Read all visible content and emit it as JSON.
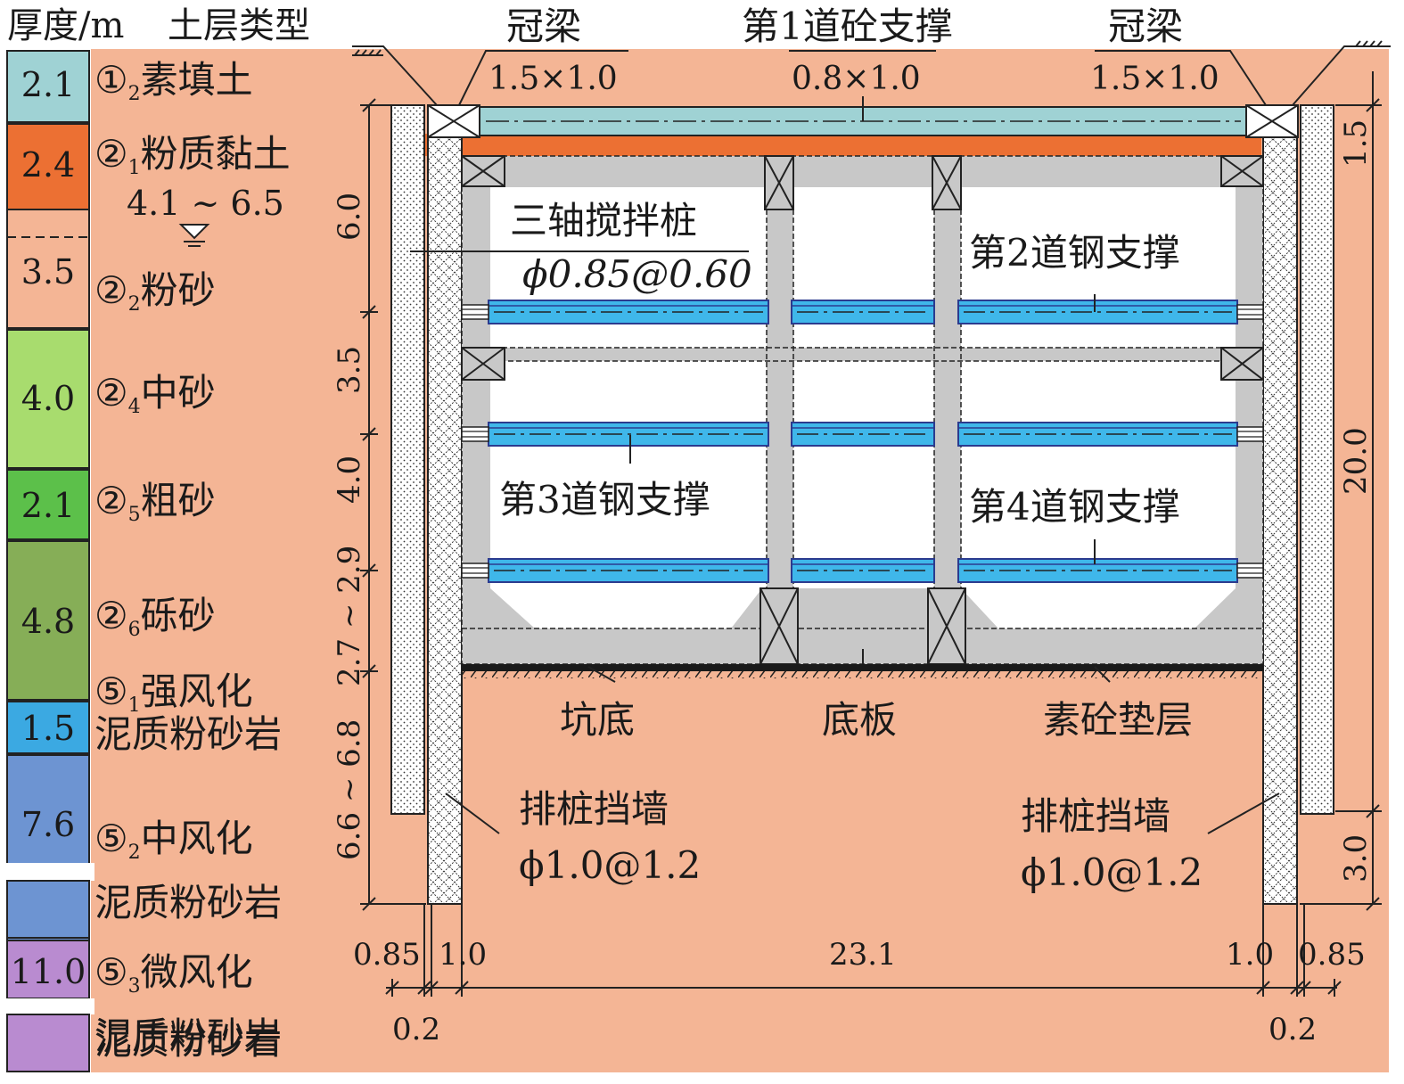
{
  "header": {
    "thickness_col": "厚度/m",
    "soil_col": "土层类型"
  },
  "layers": [
    {
      "thickness": "2.1",
      "circ": "①",
      "sub": "2",
      "name": "素填土",
      "color": "#9fd2d4"
    },
    {
      "thickness": "2.4",
      "circ": "②",
      "sub": "1",
      "name": "粉质黏土",
      "color": "#ec7033"
    },
    {
      "thickness": "3.5",
      "circ": "②",
      "sub": "2",
      "name": "粉砂",
      "color": "#f4b595"
    },
    {
      "thickness": "4.0",
      "circ": "②",
      "sub": "4",
      "name": "中砂",
      "color": "#a8dc6e"
    },
    {
      "thickness": "2.1",
      "circ": "②",
      "sub": "5",
      "name": "粗砂",
      "color": "#5cc04a"
    },
    {
      "thickness": "4.8",
      "circ": "②",
      "sub": "6",
      "name": "砾砂",
      "color": "#86ae57"
    },
    {
      "thickness": "1.5",
      "circ": "⑤",
      "sub": "1",
      "name": "强风化",
      "name2": "泥质粉砂岩",
      "color": "#3ba9e2"
    },
    {
      "thickness": "7.6",
      "circ": "⑤",
      "sub": "2",
      "name": "中风化",
      "name2": "泥质粉砂岩",
      "color": "#6d94d2"
    },
    {
      "thickness": "11.0",
      "circ": "⑤",
      "sub": "3",
      "name": "微风化",
      "name2": "泥质粉砂岩",
      "color": "#b98bd0"
    }
  ],
  "water_level": "4.1 ~ 6.5",
  "labels": {
    "crown_beam_left": "冠梁",
    "crown_beam_left_size": "1.5×1.0",
    "crown_beam_right": "冠梁",
    "crown_beam_right_size": "1.5×1.0",
    "strut1": "第1道砼支撑",
    "strut1_size": "0.8×1.0",
    "triaxial_pile": "三轴搅拌桩",
    "triaxial_pile_spec": "ϕ0.85@0.60",
    "strut2": "第2道钢支撑",
    "strut3": "第3道钢支撑",
    "strut4": "第4道钢支撑",
    "pit_bottom": "坑底",
    "base_slab": "底板",
    "cushion": "素砼垫层",
    "pile_wall_left": "排桩挡墙",
    "pile_wall_left_spec": "ϕ1.0@1.2",
    "pile_wall_right": "排桩挡墙",
    "pile_wall_right_spec": "ϕ1.0@1.2"
  },
  "dims": {
    "left_vertical": [
      "6.0",
      "3.5",
      "4.0",
      "2.7 ~ 2.9",
      "6.6 ~ 6.8"
    ],
    "right_vertical": [
      "1.5",
      "20.0",
      "3.0"
    ],
    "bottom_top_row": [
      "0.85",
      "1.0",
      "23.1",
      "1.0",
      "0.85"
    ],
    "bottom_low_row": [
      "0.2",
      "0.2"
    ]
  },
  "colors": {
    "background_soil": "#f4b595",
    "concrete": "#c8c8c8",
    "steel_strut": "#3fb7ea",
    "steel_strut_edge": "#2b3b8f",
    "crown_strut": "#9fd2d4",
    "clay_band": "#ec7033"
  }
}
